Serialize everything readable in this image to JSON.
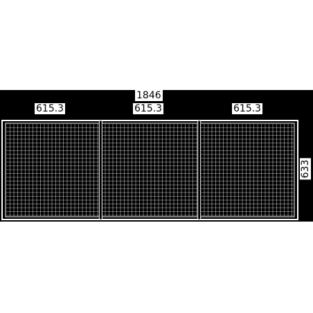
{
  "drawing": {
    "total_width_label": "1846",
    "panel_width_labels": [
      "615.3",
      "615.3",
      "615.3"
    ],
    "height_label": "633",
    "panel_count": 3,
    "colors": {
      "background": "#000000",
      "frame": "#ffffff",
      "mesh": "#ffffff"
    }
  }
}
